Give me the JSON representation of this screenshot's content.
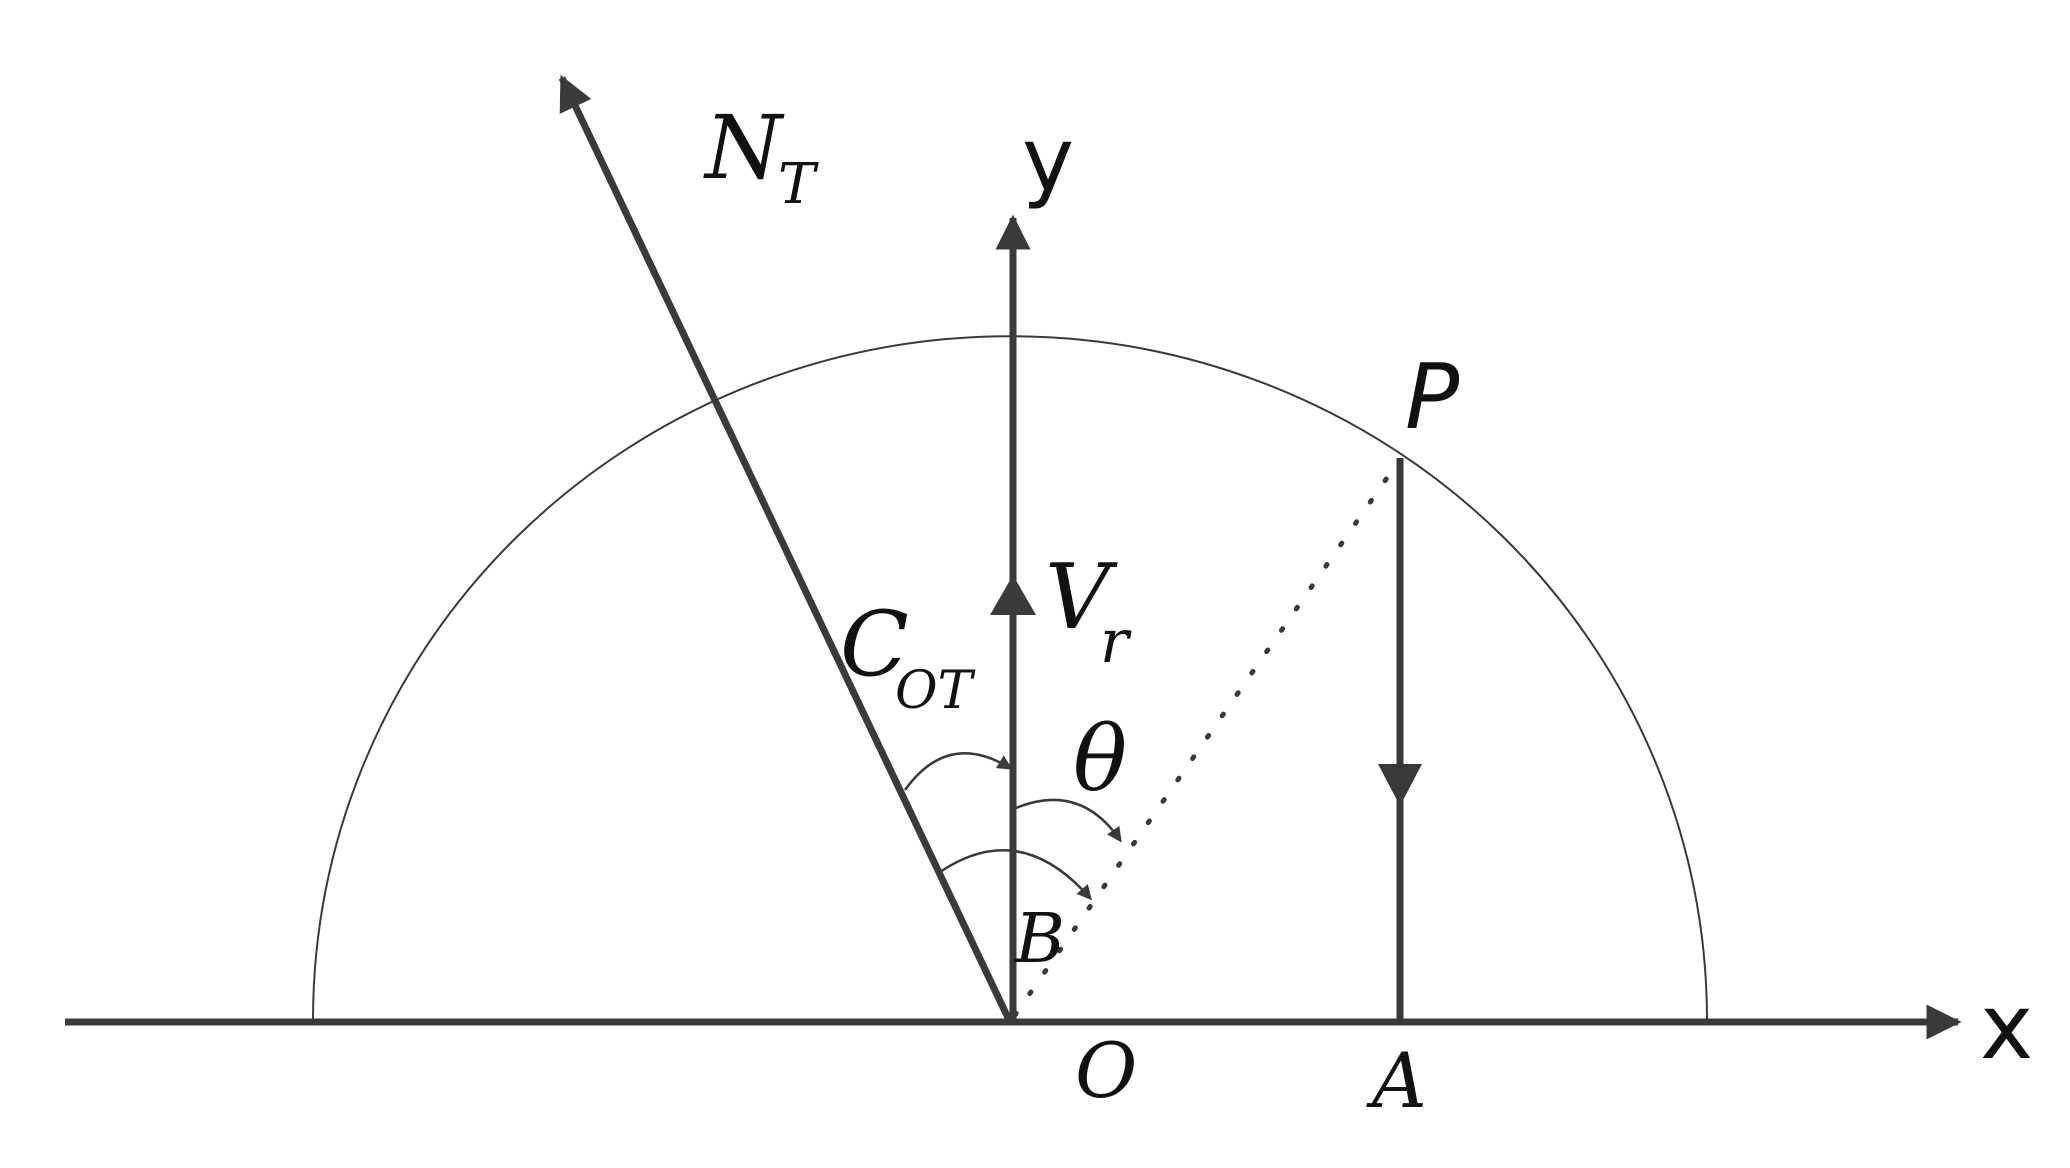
{
  "diagram": {
    "labels": {
      "x_axis": "x",
      "y_axis": "y",
      "point_p": "P",
      "point_a": "A",
      "origin": "O",
      "n_main": "N",
      "n_sub": "T",
      "v_main": "V",
      "v_sub": "r",
      "c_main": "C",
      "c_sub": "OT",
      "theta": "θ",
      "b": "B"
    }
  },
  "colors": {
    "stroke": "#3a3a3a",
    "text": "#111111",
    "background": "#ffffff"
  }
}
